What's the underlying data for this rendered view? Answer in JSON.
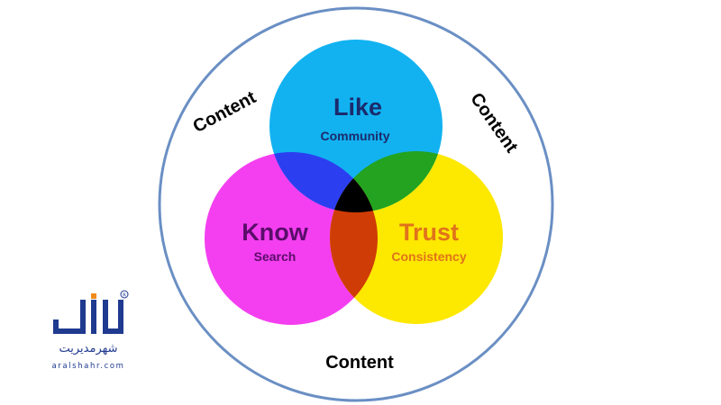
{
  "diagram": {
    "circles": [
      {
        "id": "like",
        "title": "Like",
        "subtitle": "Community",
        "fill": "#12b2f1",
        "title_color": "#1b2a6b",
        "subtitle_color": "#1b2a6b"
      },
      {
        "id": "know",
        "title": "Know",
        "subtitle": "Search",
        "fill": "#f43ff0",
        "title_color": "#5a0d6a",
        "subtitle_color": "#5a0d6a"
      },
      {
        "id": "trust",
        "title": "Trust",
        "subtitle": "Consistency",
        "fill": "#fde800",
        "title_color": "#e0731a",
        "subtitle_color": "#e0731a"
      }
    ],
    "overlaps": {
      "like_know": "#2b3ff0",
      "like_trust": "#23a31f",
      "know_trust": "#cf3c05",
      "center": "#000000"
    },
    "outer_labels": [
      "Content",
      "Content",
      "Content"
    ],
    "outer_ring_color": "#6a8fc4"
  },
  "logo": {
    "tagline": "شهرمدیریت",
    "site": "aralshahr.com",
    "brand_color": "#1f3a8f",
    "accent_color": "#f08a1c"
  }
}
